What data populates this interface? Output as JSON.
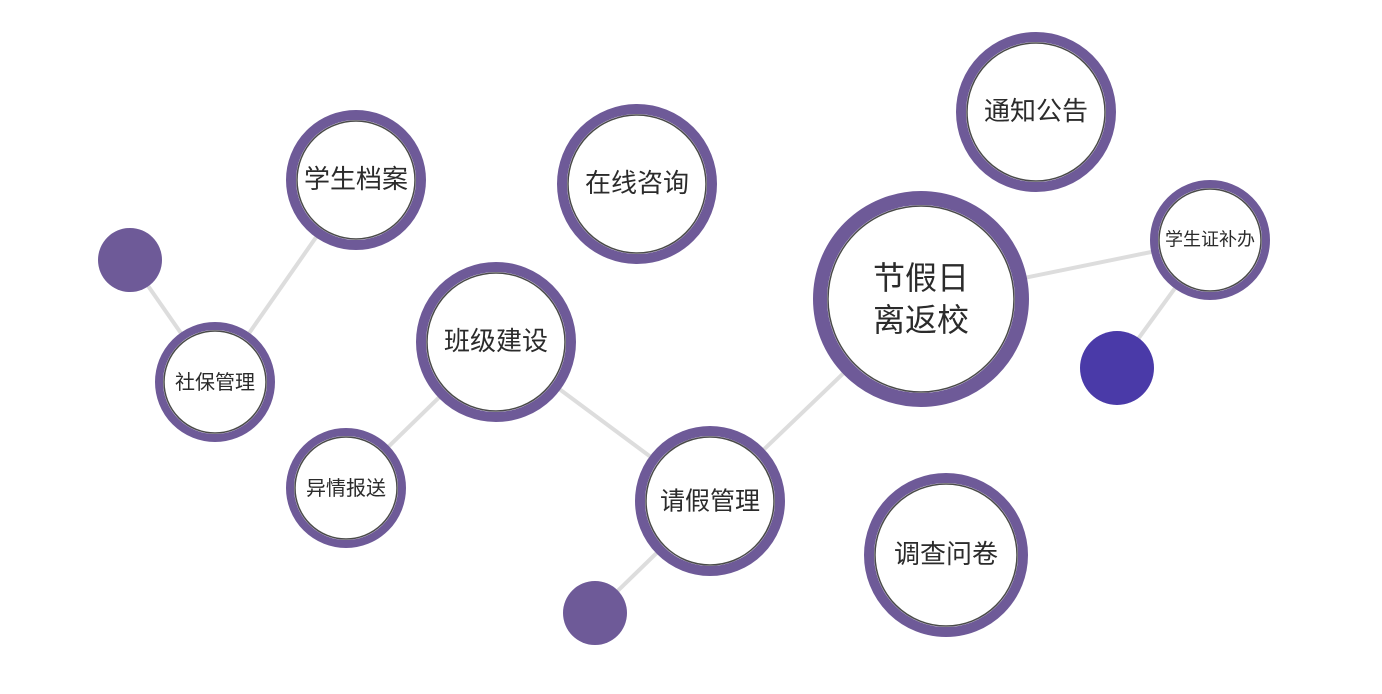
{
  "colors": {
    "ring": "#6e5a98",
    "inner_ring": "#4a4a4a",
    "dot_purple": "#6e5a98",
    "dot_blue": "#4a3aa8",
    "link": "#dddddd"
  },
  "nodes": [
    {
      "id": "student-archive",
      "lines": [
        "学生档案"
      ]
    },
    {
      "id": "online-consult",
      "lines": [
        "在线咨询"
      ]
    },
    {
      "id": "notice",
      "lines": [
        "通知公告"
      ]
    },
    {
      "id": "student-card",
      "lines": [
        "学生证补办"
      ]
    },
    {
      "id": "holiday-return",
      "lines": [
        "节假日",
        "离返校"
      ]
    },
    {
      "id": "class-building",
      "lines": [
        "班级建设"
      ]
    },
    {
      "id": "social-security",
      "lines": [
        "社保管理"
      ]
    },
    {
      "id": "anomaly-report",
      "lines": [
        "异情报送"
      ]
    },
    {
      "id": "leave-management",
      "lines": [
        "请假管理"
      ]
    },
    {
      "id": "survey",
      "lines": [
        "调查问卷"
      ]
    }
  ],
  "links": [
    [
      "dot-1",
      "social-security"
    ],
    [
      "social-security",
      "student-archive"
    ],
    [
      "anomaly-report",
      "class-building"
    ],
    [
      "class-building",
      "leave-management"
    ],
    [
      "leave-management",
      "dot-3"
    ],
    [
      "leave-management",
      "holiday-return"
    ],
    [
      "holiday-return",
      "student-card"
    ],
    [
      "student-card",
      "dot-2"
    ]
  ]
}
